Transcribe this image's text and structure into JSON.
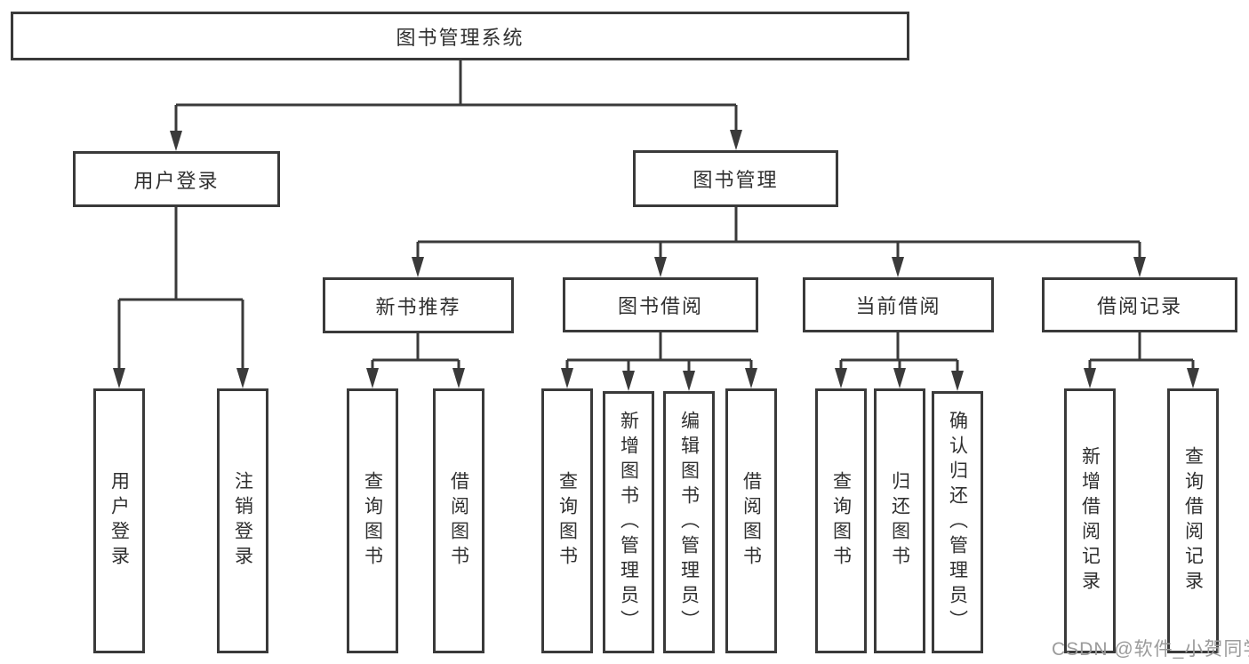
{
  "diagram_title": "图书管理系统",
  "nodes": {
    "root": "图书管理系统",
    "login": "用户登录",
    "management": "图书管理",
    "recommend": "新书推荐",
    "borrow": "图书借阅",
    "current": "当前借阅",
    "records": "借阅记录",
    "login_children": [
      "用户登录",
      "注销登录"
    ],
    "recommend_children": [
      "查询图书",
      "借阅图书"
    ],
    "borrow_children": [
      "查询图书",
      "新增图书（管理员）",
      "编辑图书（管理员）",
      "借阅图书"
    ],
    "current_children": [
      "查询图书",
      "归还图书",
      "确认归还（管理员）"
    ],
    "records_children": [
      "新增借阅记录",
      "查询借阅记录"
    ]
  },
  "watermark": "CSDN @软件_小贺同学",
  "colors": {
    "line": "#3a3a3a",
    "box_border": "#3a3a3a",
    "text": "#303030",
    "watermark": "#9b9b9b",
    "background": "#ffffff"
  }
}
